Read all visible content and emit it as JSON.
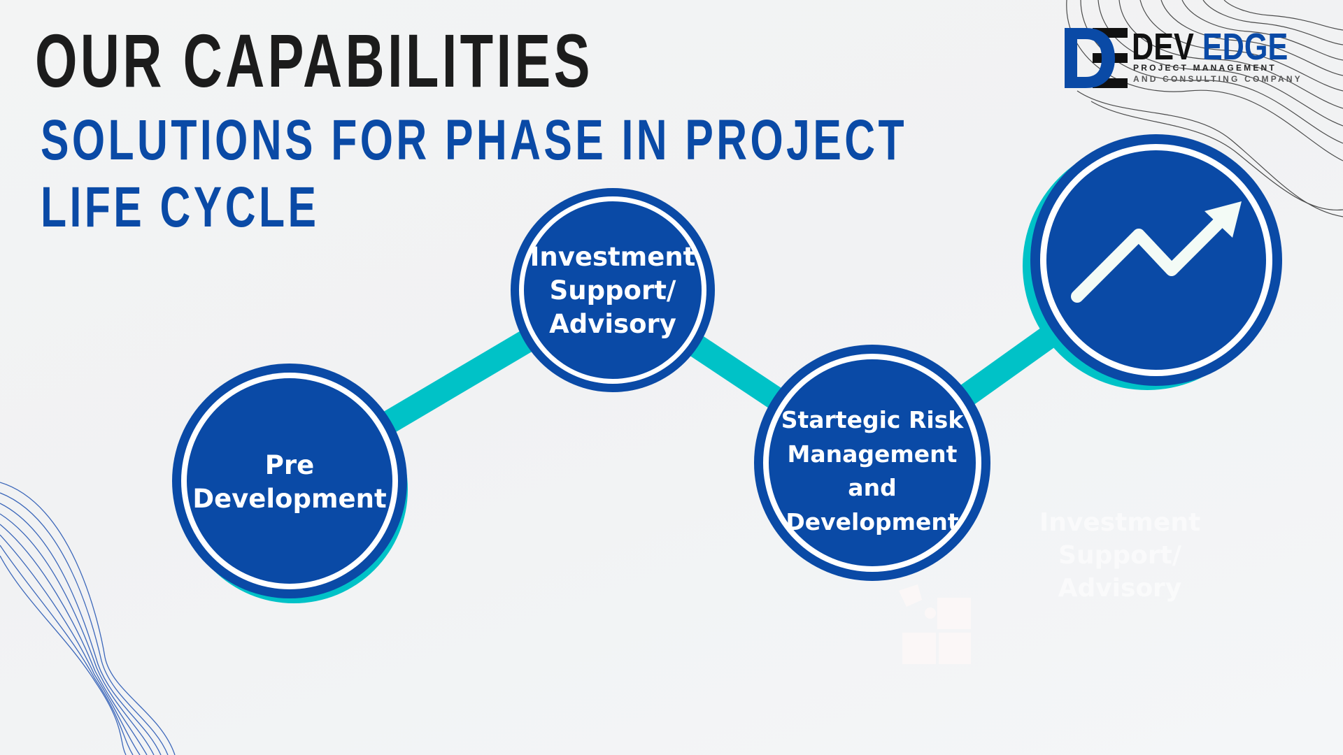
{
  "header": {
    "title": "OUR CAPABILITIES",
    "subtitle_line1": "SOLUTIONS FOR PHASE IN PROJECT",
    "subtitle_line2": "LIFE CYCLE"
  },
  "logo": {
    "monogram": "DE",
    "name_dark": "DEV",
    "name_blue": "EDGE",
    "tagline1": "PROJECT MANAGEMENT",
    "tagline2": "AND CONSULTING COMPANY"
  },
  "steps": [
    {
      "lines": [
        "Pre",
        "Development"
      ]
    },
    {
      "lines": [
        "Investment",
        "Support/",
        "Advisory"
      ]
    },
    {
      "lines": [
        "Startegic Risk",
        "Management",
        "and",
        "Development"
      ]
    },
    {
      "icon": "trending-up-arrow-icon"
    }
  ],
  "ghost_text": [
    "Investment",
    "Support/",
    "Advisory"
  ],
  "colors": {
    "primary": "#0a4aa6",
    "accent": "#00c2c7",
    "title": "#1c1c1c"
  }
}
